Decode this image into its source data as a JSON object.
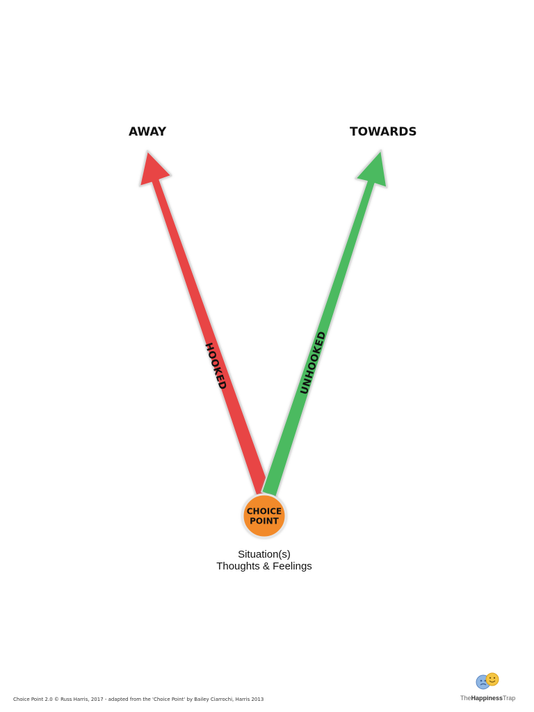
{
  "diagram": {
    "away_label": "AWAY",
    "towards_label": "TOWARDS",
    "hooked_label": "HOOKED",
    "unhooked_label": "UNHOOKED",
    "choice_point_line1": "CHOICE",
    "choice_point_line2": "POINT",
    "situation_line1": "Situation(s)",
    "situation_line2": "Thoughts &  Feelings"
  },
  "colors": {
    "away_arrow": "#e84545",
    "towards_arrow": "#4cba60",
    "choice_point": "#f28a2a"
  },
  "footer": {
    "credit": "Choice Point 2.0 © Russ Harris, 2017 - adapted from the 'Choice Point' by Bailey Ciarrochi, Harris 2013"
  },
  "logo": {
    "text_prefix": "The",
    "text_bold": "Happiness",
    "text_suffix": "Trap"
  }
}
